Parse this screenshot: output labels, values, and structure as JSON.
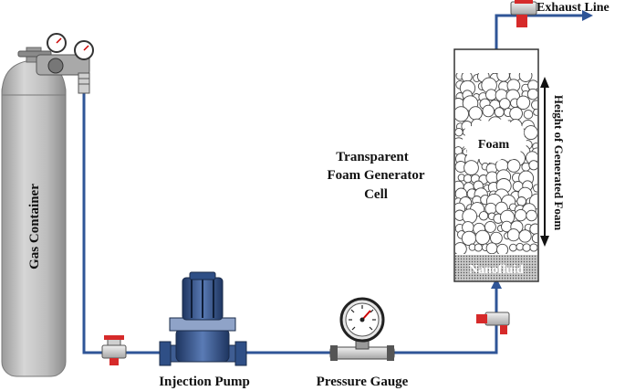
{
  "labels": {
    "gas_container": "Gas Container",
    "injection_pump": "Injection Pump",
    "pressure_gauge": "Pressure Gauge",
    "cell_line1": "Transparent",
    "cell_line2": "Foam Generator",
    "cell_line3": "Cell",
    "foam": "Foam",
    "nanofluid": "Nanofluid",
    "height": "Height of Generated Foam",
    "exhaust": "Exhaust Line"
  },
  "colors": {
    "pipe": "#2f5597",
    "cylinder": "#c6c6c6",
    "pump_body": "#3f5d92",
    "valve_red": "#d62a2a",
    "nanofluid_fill": "#b3b3b3"
  }
}
